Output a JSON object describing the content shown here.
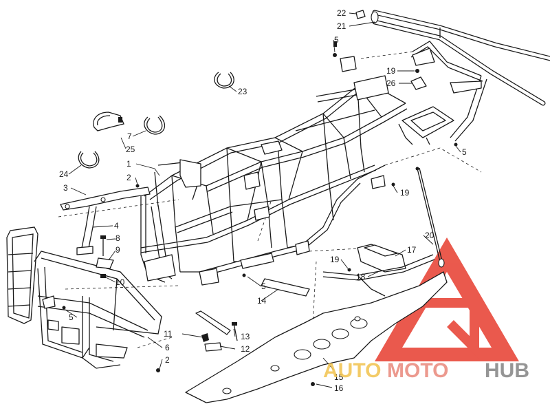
{
  "diagram": {
    "callouts": [
      "1",
      "2",
      "2",
      "3",
      "4",
      "5",
      "5",
      "5",
      "5",
      "6",
      "7",
      "8",
      "9",
      "10",
      "11",
      "12",
      "13",
      "14",
      "15",
      "16",
      "17",
      "18",
      "19",
      "19",
      "19",
      "20",
      "21",
      "22",
      "23",
      "24",
      "25",
      "26"
    ]
  },
  "watermark": {
    "text_prefix": "AUTO",
    "text_middle": "MOTO",
    "text_suffix": "HUB",
    "colors": {
      "prefix": "#f2c34d",
      "middle": "#e9887b",
      "suffix": "#8a8a8a",
      "triangle": "#e8483a"
    }
  }
}
